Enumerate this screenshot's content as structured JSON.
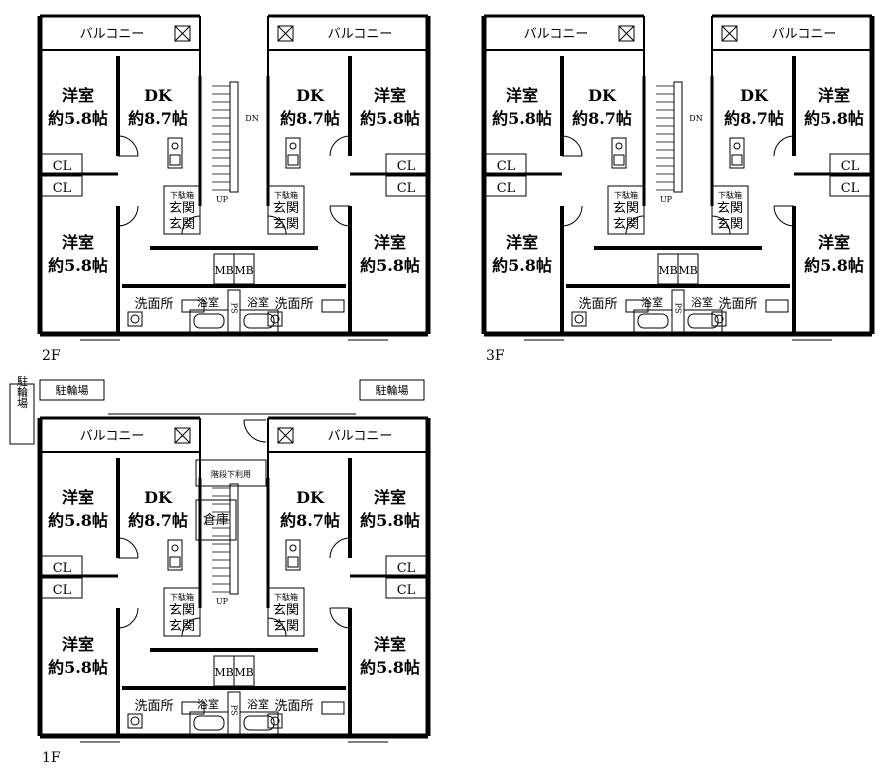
{
  "floors": [
    {
      "floor": "2F"
    },
    {
      "floor": "3F"
    },
    {
      "floor": "1F"
    }
  ],
  "labels": {
    "balcony": "バルコニー",
    "western_room_name": "洋室",
    "western_room_size": "約5.8帖",
    "dk_name": "DK",
    "dk_size": "約8.7帖",
    "closet": "CL",
    "shoe_box": "下駄箱",
    "entrance": "玄関",
    "meter_box": "MB",
    "washroom": "洗面所",
    "bath": "浴室",
    "pipe_space": "PS",
    "up": "UP",
    "down": "DN",
    "bicycle_parking": "駐輪場",
    "bicycle_parking_vertical": "駐輪場",
    "under_stairs": "階段下利用",
    "storage": "倉庫"
  },
  "colors": {
    "wall": "#000000",
    "line": "#000000",
    "background": "#ffffff"
  }
}
